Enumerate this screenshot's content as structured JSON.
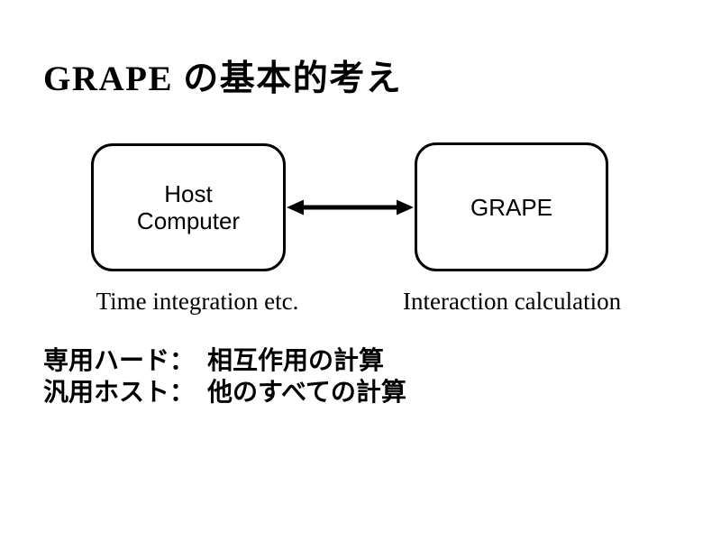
{
  "slide": {
    "background_color": "#ffffff",
    "text_color": "#000000",
    "title": "GRAPE の基本的考え",
    "diagram": {
      "host_box": {
        "label_line1": "Host",
        "label_line2": "Computer",
        "caption": "Time integration etc."
      },
      "grape_box": {
        "label": "GRAPE",
        "caption": "Interaction calculation"
      },
      "arrow": {
        "type": "double-headed",
        "color": "#000000"
      }
    },
    "notes": {
      "line1": "専用ハード：　相互作用の計算",
      "line2": "汎用ホスト：　他のすべての計算"
    }
  }
}
